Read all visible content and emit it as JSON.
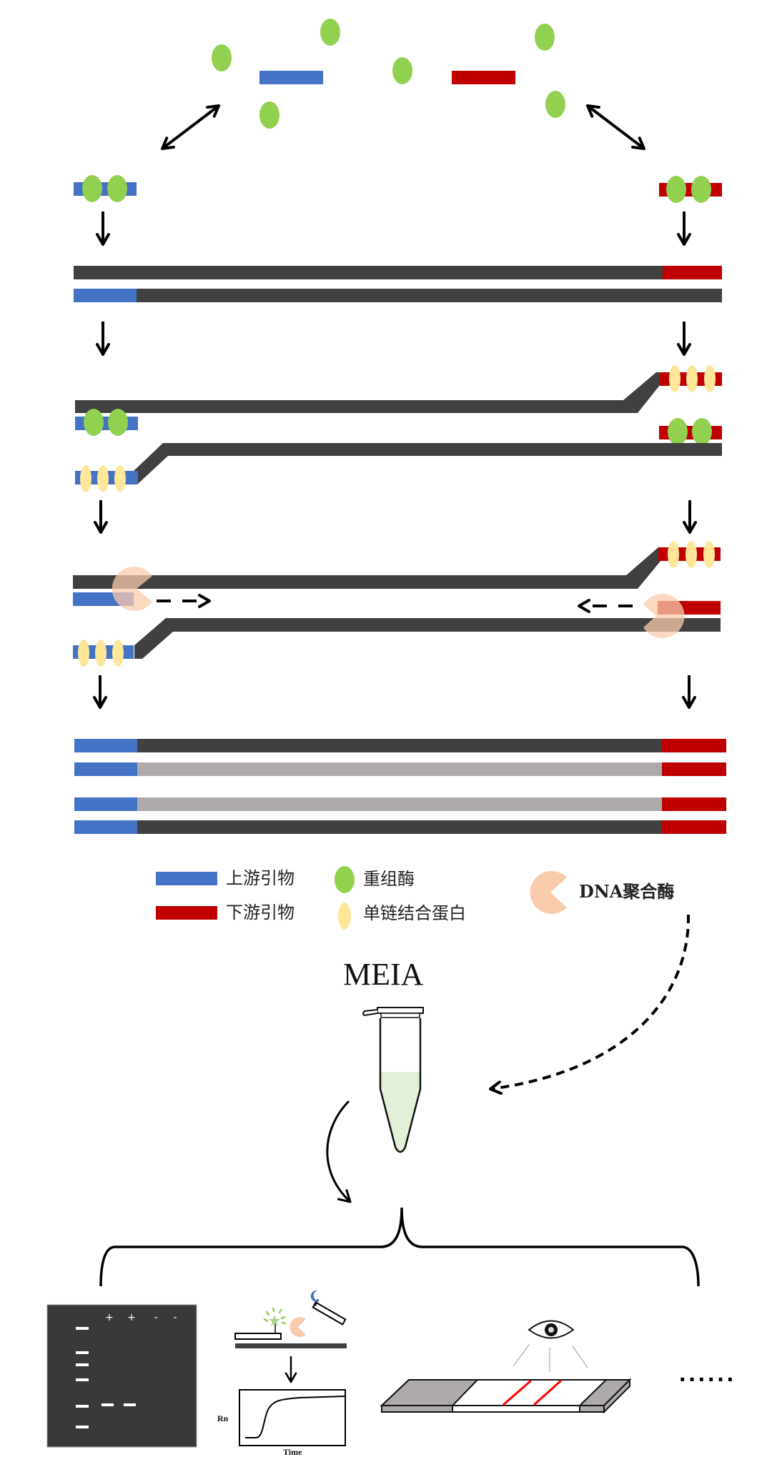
{
  "colors": {
    "upstream_primer": "#4472C4",
    "downstream_primer": "#C00000",
    "template_strand": "#404040",
    "new_strand": "#AEAAAA",
    "recombinase": "#92D050",
    "ssb": "#FFE699",
    "polymerase": "#F8CBAD",
    "tube_liquid": "#E2F0D9",
    "gel": "#3B3838",
    "test_line": "#FF0000",
    "strip_pad": "#AEAAAA"
  },
  "legend": {
    "upstream_primer": "上游引物",
    "downstream_primer": "下游引物",
    "recombinase": "重组酶",
    "ssb": "单链结合蛋白",
    "polymerase": "DNA聚合酶"
  },
  "tube": {
    "label": "MEIA"
  },
  "detection": {
    "gel": {
      "lane_labels": [
        "+",
        "+",
        "-",
        "-"
      ]
    },
    "fluorescence": {
      "y_label": "Rn",
      "x_label": "Time"
    },
    "more": "······"
  }
}
